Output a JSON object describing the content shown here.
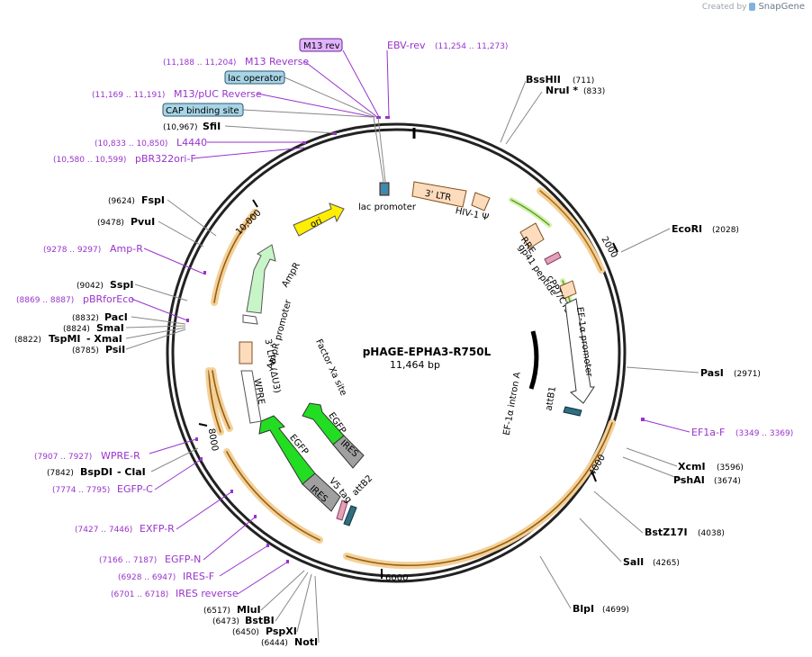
{
  "credit": {
    "prefix": "Created by",
    "brand": "SnapGene"
  },
  "plasmid": {
    "name": "pHAGE-EPHA3-R750L",
    "size": "11,464 bp"
  },
  "ticks": [
    "2000",
    "4000",
    "6000",
    "8000",
    "10,000"
  ],
  "top_callouts": {
    "m13rev_box": "M13 rev",
    "ebv_rev": "EBV-rev",
    "ebv_rev_pos": "(11,254 .. 11,273)"
  },
  "left_labels": [
    {
      "id": "m13-reverse",
      "pos": "(11,188 .. 11,204)",
      "name": "M13 Reverse",
      "kind": "primer"
    },
    {
      "id": "lac-operator",
      "pos": "",
      "name": "lac operator",
      "kind": "box"
    },
    {
      "id": "m13-puc-reverse",
      "pos": "(11,169 .. 11,191)",
      "name": "M13/pUC Reverse",
      "kind": "primer"
    },
    {
      "id": "cap-binding-site",
      "pos": "",
      "name": "CAP binding site",
      "kind": "box"
    },
    {
      "id": "sfii",
      "pos": "(10,967)",
      "name": "SfiI",
      "kind": "enzyme"
    },
    {
      "id": "l4440",
      "pos": "(10,833 .. 10,850)",
      "name": "L4440",
      "kind": "primer"
    },
    {
      "id": "pbr322ori-f",
      "pos": "(10,580 .. 10,599)",
      "name": "pBR322ori-F",
      "kind": "primer"
    },
    {
      "id": "fspi",
      "pos": "(9624)",
      "name": "FspI",
      "kind": "enzyme"
    },
    {
      "id": "pvui",
      "pos": "(9478)",
      "name": "PvuI",
      "kind": "enzyme"
    },
    {
      "id": "amp-r",
      "pos": "(9278 .. 9297)",
      "name": "Amp-R",
      "kind": "primer"
    },
    {
      "id": "sspi",
      "pos": "(9042)",
      "name": "SspI",
      "kind": "enzyme"
    },
    {
      "id": "pbrforeco",
      "pos": "(8869 .. 8887)",
      "name": "pBRforEco",
      "kind": "primer"
    },
    {
      "id": "paci",
      "pos": "(8832)",
      "name": "PacI",
      "kind": "enzyme"
    },
    {
      "id": "smai",
      "pos": "(8824)",
      "name": "SmaI",
      "kind": "enzyme"
    },
    {
      "id": "tspmi-xmai",
      "pos": "(8822)",
      "name": "TspMI",
      "name2": "- XmaI",
      "kind": "enzyme2"
    },
    {
      "id": "psii",
      "pos": "(8785)",
      "name": "PsiI",
      "kind": "enzyme"
    },
    {
      "id": "wpre-r",
      "pos": "(7907 .. 7927)",
      "name": "WPRE-R",
      "kind": "primer"
    },
    {
      "id": "bspdi-clai",
      "pos": "(7842)",
      "name": "BspDI",
      "name2": "- ClaI",
      "kind": "enzyme2"
    },
    {
      "id": "egfp-c",
      "pos": "(7774 .. 7795)",
      "name": "EGFP-C",
      "kind": "primer"
    },
    {
      "id": "exfp-r",
      "pos": "(7427 .. 7446)",
      "name": "EXFP-R",
      "kind": "primer"
    },
    {
      "id": "egfp-n",
      "pos": "(7166 .. 7187)",
      "name": "EGFP-N",
      "kind": "primer"
    },
    {
      "id": "ires-f",
      "pos": "(6928 .. 6947)",
      "name": "IRES-F",
      "kind": "primer"
    },
    {
      "id": "ires-reverse",
      "pos": "(6701 .. 6718)",
      "name": "IRES reverse",
      "kind": "primer"
    },
    {
      "id": "mlui",
      "pos": "(6517)",
      "name": "MluI",
      "kind": "enzyme"
    },
    {
      "id": "bstbi",
      "pos": "(6473)",
      "name": "BstBI",
      "kind": "enzyme"
    },
    {
      "id": "pspxi",
      "pos": "(6450)",
      "name": "PspXI",
      "kind": "enzyme"
    },
    {
      "id": "noti",
      "pos": "(6444)",
      "name": "NotI",
      "kind": "enzyme"
    }
  ],
  "right_labels": [
    {
      "id": "bsshii",
      "name": "BssHII",
      "pos": "(711)",
      "kind": "enzyme"
    },
    {
      "id": "nrui",
      "name": "NruI *",
      "pos": "(833)",
      "kind": "enzyme"
    },
    {
      "id": "ecori",
      "name": "EcoRI",
      "pos": "(2028)",
      "kind": "enzyme"
    },
    {
      "id": "pasi",
      "name": "PasI",
      "pos": "(2971)",
      "kind": "enzyme"
    },
    {
      "id": "ef1a-f",
      "name": "EF1a-F",
      "pos": "(3349 .. 3369)",
      "kind": "primer"
    },
    {
      "id": "xcmi",
      "name": "XcmI",
      "pos": "(3596)",
      "kind": "enzyme"
    },
    {
      "id": "pshai",
      "name": "PshAI",
      "pos": "(3674)",
      "kind": "enzyme"
    },
    {
      "id": "bstz17i",
      "name": "BstZ17I",
      "pos": "(4038)",
      "kind": "enzyme"
    },
    {
      "id": "sali",
      "name": "SalI",
      "pos": "(4265)",
      "kind": "enzyme"
    },
    {
      "id": "blpi",
      "name": "BlpI",
      "pos": "(4699)",
      "kind": "enzyme"
    }
  ],
  "features": {
    "lac_promoter": "lac promoter",
    "ltr3": "3' LTR",
    "hiv_psi": "HIV-1 Ψ",
    "rre": "RRE",
    "gp41": "gp41 peptide",
    "cppt": "cPPT/CTS",
    "ef1a_promoter": "EF-1α promoter",
    "ef1a_intron": "EF-1α intron A",
    "attb1": "attB1",
    "attb2": "attB2",
    "v5tag": "V5 tag",
    "ires_inner": "IRES",
    "ires_outer": "IRES",
    "egfp_inner": "EGFP",
    "egfp_outer": "EGFP",
    "factor_xa": "Factor Xa site",
    "wpre": "WPRE",
    "ltr3_delta": "3' LTR (ΔU3)",
    "ampr_promoter": "AmpR promoter",
    "ampr": "AmpR",
    "ori": "ori"
  },
  "colors": {
    "primer": "#9933cc",
    "orange_arc": "#f0a030",
    "ltr": "#fcdcbc",
    "ori": "#ffee00",
    "ampr": "#c8f5c8",
    "egfp": "#22dd22",
    "ires": "#a0a0a0",
    "lacop_box": "#a8d4e6",
    "m13_box": "#e0b3ff"
  }
}
